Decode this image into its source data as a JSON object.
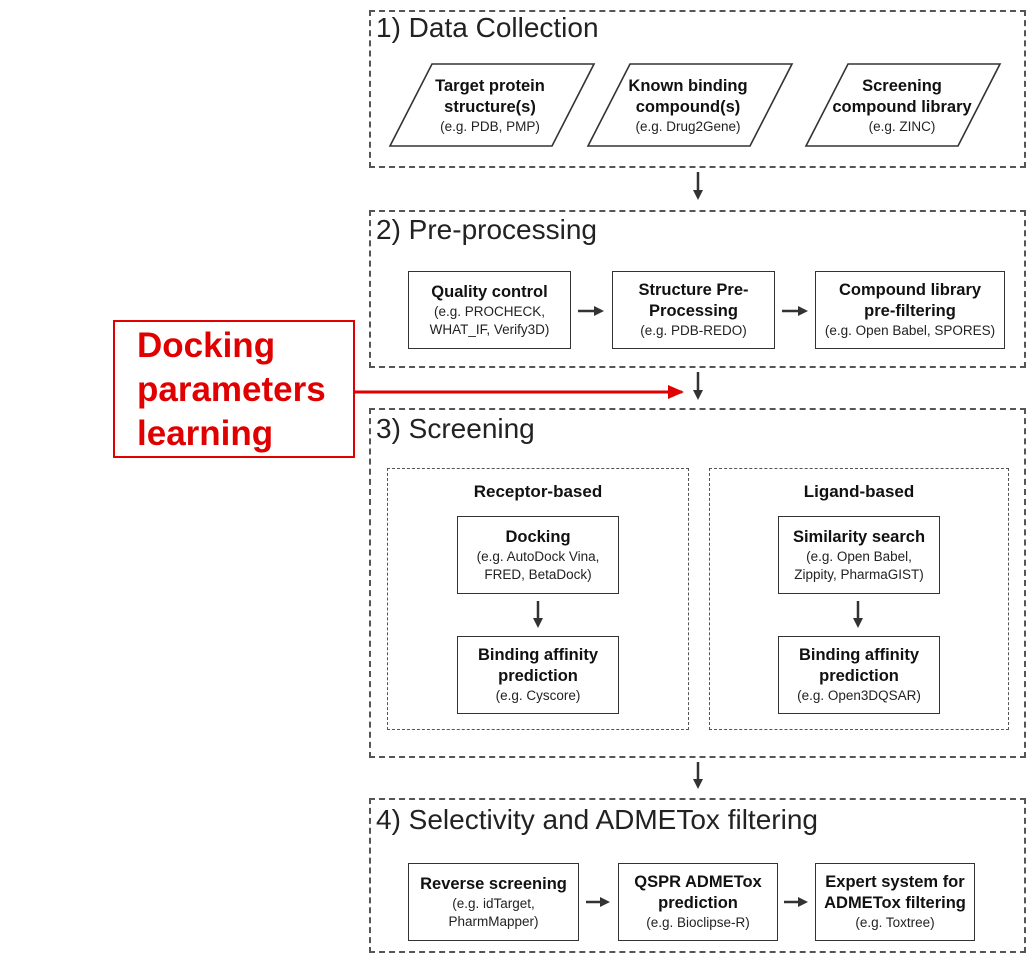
{
  "sections": {
    "data_collection": {
      "title": "1) Data Collection",
      "items": [
        {
          "title_lines": [
            "Target protein",
            "structure(s)"
          ],
          "example": "(e.g. PDB, PMP)"
        },
        {
          "title_lines": [
            "Known binding",
            "compound(s)"
          ],
          "example": "(e.g. Drug2Gene)"
        },
        {
          "title_lines": [
            "Screening",
            "compound library"
          ],
          "example": "(e.g. ZINC)"
        }
      ]
    },
    "pre_processing": {
      "title": "2) Pre-processing",
      "items": [
        {
          "title_lines": [
            "Quality control"
          ],
          "example_lines": [
            "(e.g. PROCHECK,",
            "WHAT_IF, Verify3D)"
          ]
        },
        {
          "title_lines": [
            "Structure Pre-",
            "Processing"
          ],
          "example_lines": [
            "(e.g. PDB-REDO)"
          ]
        },
        {
          "title_lines": [
            "Compound library",
            "pre-filtering"
          ],
          "example_lines": [
            "(e.g. Open Babel, SPORES)"
          ]
        }
      ]
    },
    "screening": {
      "title": "3) Screening",
      "receptor": {
        "title": "Receptor-based",
        "docking": {
          "title_lines": [
            "Docking"
          ],
          "example_lines": [
            "(e.g. AutoDock Vina,",
            "FRED, BetaDock)"
          ]
        },
        "affinity": {
          "title_lines": [
            "Binding affinity",
            "prediction"
          ],
          "example_lines": [
            "(e.g. Cyscore)"
          ]
        }
      },
      "ligand": {
        "title": "Ligand-based",
        "similarity": {
          "title_lines": [
            "Similarity search"
          ],
          "example_lines": [
            "(e.g. Open Babel,",
            "Zippity, PharmaGIST)"
          ]
        },
        "affinity": {
          "title_lines": [
            "Binding affinity",
            "prediction"
          ],
          "example_lines": [
            "(e.g. Open3DQSAR)"
          ]
        }
      }
    },
    "selectivity": {
      "title": "4) Selectivity and ADMETox filtering",
      "items": [
        {
          "title_lines": [
            "Reverse screening"
          ],
          "example_lines": [
            "(e.g. idTarget,",
            "PharmMapper)"
          ]
        },
        {
          "title_lines": [
            "QSPR ADMETox",
            "prediction"
          ],
          "example_lines": [
            "(e.g. Bioclipse-R)"
          ]
        },
        {
          "title_lines": [
            "Expert system for",
            "ADMETox filtering"
          ],
          "example_lines": [
            "(e.g. Toxtree)"
          ]
        }
      ]
    }
  },
  "callout": {
    "lines": [
      "Docking",
      "parameters",
      "learning"
    ],
    "color": "#e00000"
  },
  "colors": {
    "border": "#333333",
    "dashed": "#555555",
    "accent_red": "#e00000"
  }
}
